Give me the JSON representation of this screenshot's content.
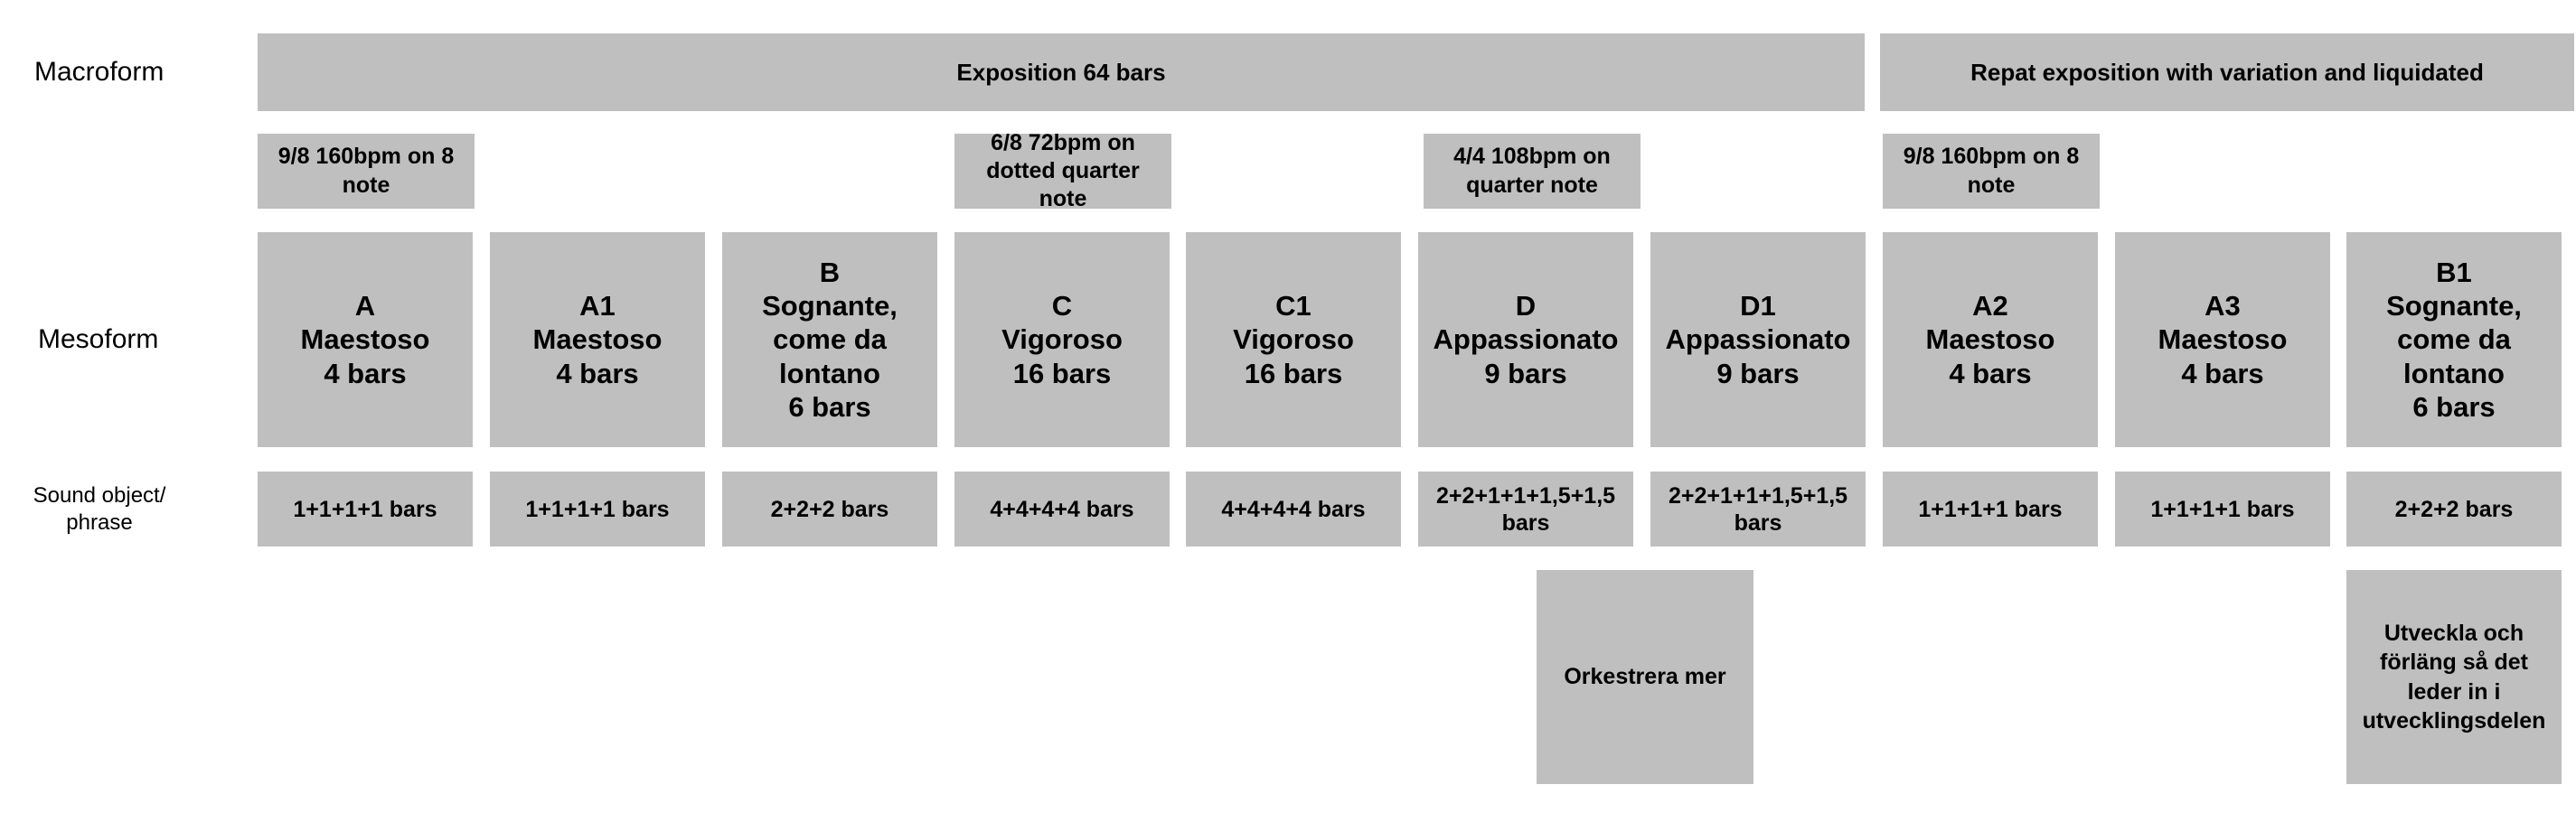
{
  "colors": {
    "box_gray": "#bfbfbf",
    "text": "#000000",
    "background": "#ffffff"
  },
  "row_labels": {
    "macroform": "Macroform",
    "mesoform": "Mesoform",
    "sound_object": "Sound object/\nphrase"
  },
  "macro_bars": [
    {
      "label": "Exposition 64 bars"
    },
    {
      "label": "Repat exposition with variation and liquidated"
    }
  ],
  "tempo_boxes": [
    {
      "label": "9/8 160bpm on 8\nnote"
    },
    {
      "label": "6/8 72bpm on\ndotted quarter note"
    },
    {
      "label": "4/4 108bpm on\nquarter note"
    },
    {
      "label": "9/8 160bpm on 8\nnote"
    }
  ],
  "meso_boxes": [
    {
      "label": "A\nMaestoso\n4 bars"
    },
    {
      "label": "A1\nMaestoso\n4 bars"
    },
    {
      "label": "B\nSognante,\ncome da\nlontano\n6 bars"
    },
    {
      "label": "C\nVigoroso\n16 bars"
    },
    {
      "label": "C1\nVigoroso\n16 bars"
    },
    {
      "label": "D\nAppassionato\n9 bars"
    },
    {
      "label": "D1\nAppassionato\n9 bars"
    },
    {
      "label": "A2\nMaestoso\n4 bars"
    },
    {
      "label": "A3\nMaestoso\n4 bars"
    },
    {
      "label": "B1\nSognante,\ncome da\nlontano\n6 bars"
    }
  ],
  "sound_boxes": [
    {
      "label": "1+1+1+1 bars"
    },
    {
      "label": "1+1+1+1 bars"
    },
    {
      "label": "2+2+2 bars"
    },
    {
      "label": "4+4+4+4 bars"
    },
    {
      "label": "4+4+4+4 bars"
    },
    {
      "label": "2+2+1+1+1,5+1,5\nbars"
    },
    {
      "label": "2+2+1+1+1,5+1,5\nbars"
    },
    {
      "label": "1+1+1+1 bars"
    },
    {
      "label": "1+1+1+1 bars"
    },
    {
      "label": "2+2+2 bars"
    }
  ],
  "notes": [
    {
      "label": "Orkestrera mer"
    },
    {
      "label": "Utveckla och\nförläng så det\nleder in i\nutvecklingsdelen"
    }
  ]
}
